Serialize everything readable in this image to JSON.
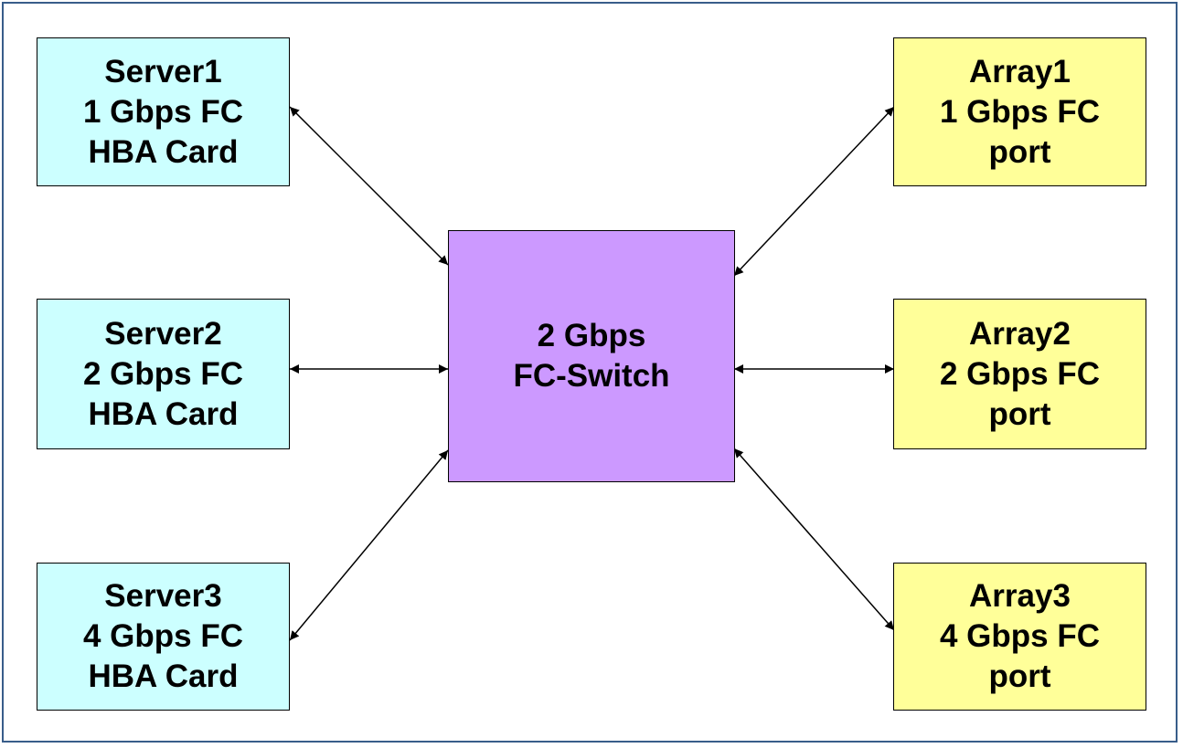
{
  "colors": {
    "frame": "#385d8a",
    "server_fill": "#ccffff",
    "switch_fill": "#cc99ff",
    "array_fill": "#ffff99",
    "stroke": "#000000"
  },
  "servers": [
    {
      "lines": [
        "Server1",
        "1 Gbps FC",
        "HBA Card"
      ]
    },
    {
      "lines": [
        "Server2",
        "2 Gbps FC",
        "HBA Card"
      ]
    },
    {
      "lines": [
        "Server3",
        "4 Gbps FC",
        "HBA Card"
      ]
    }
  ],
  "switch": {
    "lines": [
      "2 Gbps",
      "FC-Switch"
    ]
  },
  "arrays": [
    {
      "lines": [
        "Array1",
        "1 Gbps FC",
        "port"
      ]
    },
    {
      "lines": [
        "Array2",
        "2 Gbps FC",
        "port"
      ]
    },
    {
      "lines": [
        "Array3",
        "4 Gbps FC",
        "port"
      ]
    }
  ],
  "connections": [
    {
      "from": "server-1",
      "to": "fc-switch",
      "arrows": "both"
    },
    {
      "from": "server-2",
      "to": "fc-switch",
      "arrows": "both"
    },
    {
      "from": "server-3",
      "to": "fc-switch",
      "arrows": "both"
    },
    {
      "from": "fc-switch",
      "to": "array-1",
      "arrows": "both"
    },
    {
      "from": "fc-switch",
      "to": "array-2",
      "arrows": "both"
    },
    {
      "from": "fc-switch",
      "to": "array-3",
      "arrows": "both"
    }
  ]
}
